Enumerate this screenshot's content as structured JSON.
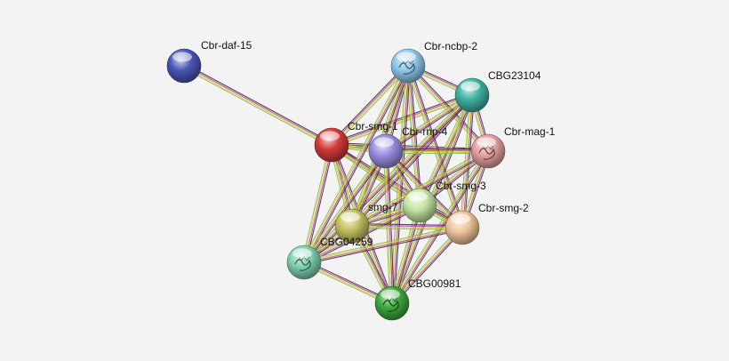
{
  "network": {
    "nodes": [
      {
        "id": "daf15",
        "label": "Cbr-daf-15",
        "color": "#4a56b8",
        "has_structure": false
      },
      {
        "id": "ncbp2",
        "label": "Cbr-ncbp-2",
        "color": "#8fc8ec",
        "has_structure": true
      },
      {
        "id": "cbg23104",
        "label": "CBG23104",
        "color": "#3fb3a2",
        "has_structure": false
      },
      {
        "id": "smg1",
        "label": "Cbr-smg-1",
        "color": "#d43a3a",
        "has_structure": false
      },
      {
        "id": "rnp4",
        "label": "Cbr-rnp-4",
        "color": "#9a8ce0",
        "has_structure": false
      },
      {
        "id": "mag1",
        "label": "Cbr-mag-1",
        "color": "#e3a0a0",
        "has_structure": true
      },
      {
        "id": "smg3",
        "label": "Cbr-smg-3",
        "color": "#c4e6a2",
        "has_structure": false
      },
      {
        "id": "smg7",
        "label": "smg-7",
        "color": "#c4c060",
        "has_structure": false
      },
      {
        "id": "smg2",
        "label": "Cbr-smg-2",
        "color": "#f0c59a",
        "has_structure": false
      },
      {
        "id": "cbg04259",
        "label": "CBG04259",
        "color": "#7fd0b0",
        "has_structure": true
      },
      {
        "id": "cbg00981",
        "label": "CBG00981",
        "color": "#3ea83e",
        "has_structure": true
      }
    ],
    "edges": [
      [
        "daf15",
        "smg1"
      ],
      [
        "smg1",
        "ncbp2"
      ],
      [
        "smg1",
        "cbg23104"
      ],
      [
        "smg1",
        "rnp4"
      ],
      [
        "smg1",
        "mag1"
      ],
      [
        "smg1",
        "smg3"
      ],
      [
        "smg1",
        "smg7"
      ],
      [
        "smg1",
        "smg2"
      ],
      [
        "smg1",
        "cbg04259"
      ],
      [
        "smg1",
        "cbg00981"
      ],
      [
        "ncbp2",
        "cbg23104"
      ],
      [
        "ncbp2",
        "rnp4"
      ],
      [
        "ncbp2",
        "mag1"
      ],
      [
        "ncbp2",
        "smg3"
      ],
      [
        "ncbp2",
        "smg7"
      ],
      [
        "ncbp2",
        "smg2"
      ],
      [
        "ncbp2",
        "cbg04259"
      ],
      [
        "ncbp2",
        "cbg00981"
      ],
      [
        "cbg23104",
        "rnp4"
      ],
      [
        "cbg23104",
        "mag1"
      ],
      [
        "cbg23104",
        "smg3"
      ],
      [
        "cbg23104",
        "smg7"
      ],
      [
        "cbg23104",
        "smg2"
      ],
      [
        "cbg23104",
        "cbg04259"
      ],
      [
        "cbg23104",
        "cbg00981"
      ],
      [
        "rnp4",
        "mag1"
      ],
      [
        "rnp4",
        "smg3"
      ],
      [
        "rnp4",
        "smg7"
      ],
      [
        "rnp4",
        "smg2"
      ],
      [
        "rnp4",
        "cbg04259"
      ],
      [
        "rnp4",
        "cbg00981"
      ],
      [
        "mag1",
        "smg3"
      ],
      [
        "mag1",
        "smg7"
      ],
      [
        "mag1",
        "smg2"
      ],
      [
        "mag1",
        "cbg00981"
      ],
      [
        "smg3",
        "smg7"
      ],
      [
        "smg3",
        "smg2"
      ],
      [
        "smg3",
        "cbg04259"
      ],
      [
        "smg3",
        "cbg00981"
      ],
      [
        "smg7",
        "smg2"
      ],
      [
        "smg7",
        "cbg04259"
      ],
      [
        "smg7",
        "cbg00981"
      ],
      [
        "smg2",
        "cbg04259"
      ],
      [
        "smg2",
        "cbg00981"
      ],
      [
        "cbg04259",
        "cbg00981"
      ]
    ],
    "edge_colors": [
      "#3b3b3b",
      "#c040c0",
      "#d8d820",
      "#90b860"
    ]
  }
}
